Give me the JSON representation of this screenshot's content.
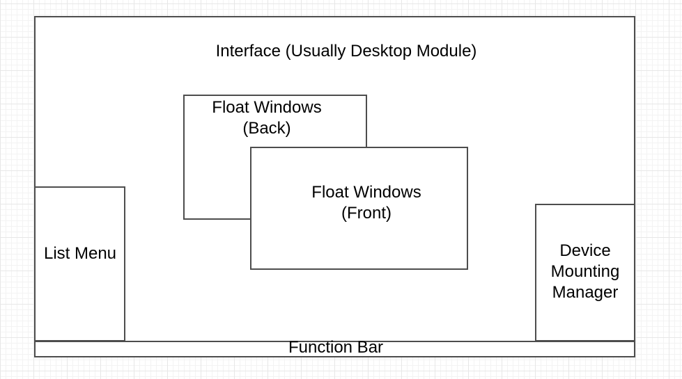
{
  "canvas": {
    "background_color": "#ffffff",
    "grid_minor_color": "#f3f3f3",
    "grid_major_color": "#e7e7e7",
    "shape_stroke_color": "#4d4d4d",
    "shape_fill_color": "#ffffff",
    "text_color": "#000000"
  },
  "diagram": {
    "interface_box": {
      "label": "Interface (Usually Desktop Module)"
    },
    "float_back_box": {
      "lines": [
        "Float Windows",
        "(Back)"
      ]
    },
    "float_front_box": {
      "lines": [
        "Float Windows",
        "(Front)"
      ]
    },
    "list_menu_box": {
      "label": "List Menu"
    },
    "device_box": {
      "lines": [
        "Device",
        "Mounting",
        "Manager"
      ]
    },
    "function_bar": {
      "label": "Function Bar"
    }
  }
}
